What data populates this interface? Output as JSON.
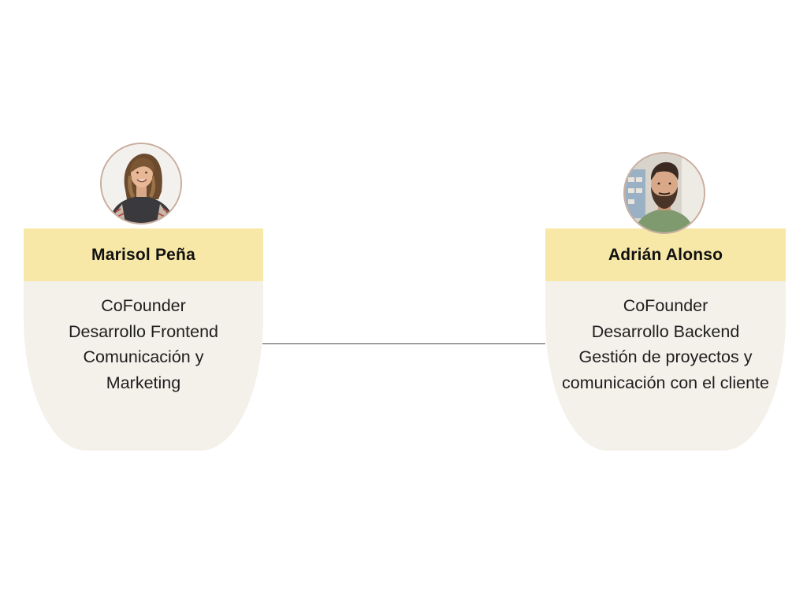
{
  "people": [
    {
      "name": "Marisol Peña",
      "roles": [
        "CoFounder",
        "Desarrollo Frontend",
        "Comunicación y Marketing"
      ],
      "avatar_icon": "person-photo-icon"
    },
    {
      "name": "Adrián Alonso",
      "roles": [
        "CoFounder",
        "Desarrollo Backend",
        "Gestión de proyectos y comunicación con el cliente"
      ],
      "avatar_icon": "person-photo-icon"
    }
  ],
  "colors": {
    "name_bar": "#f8e8a8",
    "card_body": "#f4f0ea",
    "avatar_border": "#c9ad9e",
    "connector": "#4a4a4a"
  }
}
